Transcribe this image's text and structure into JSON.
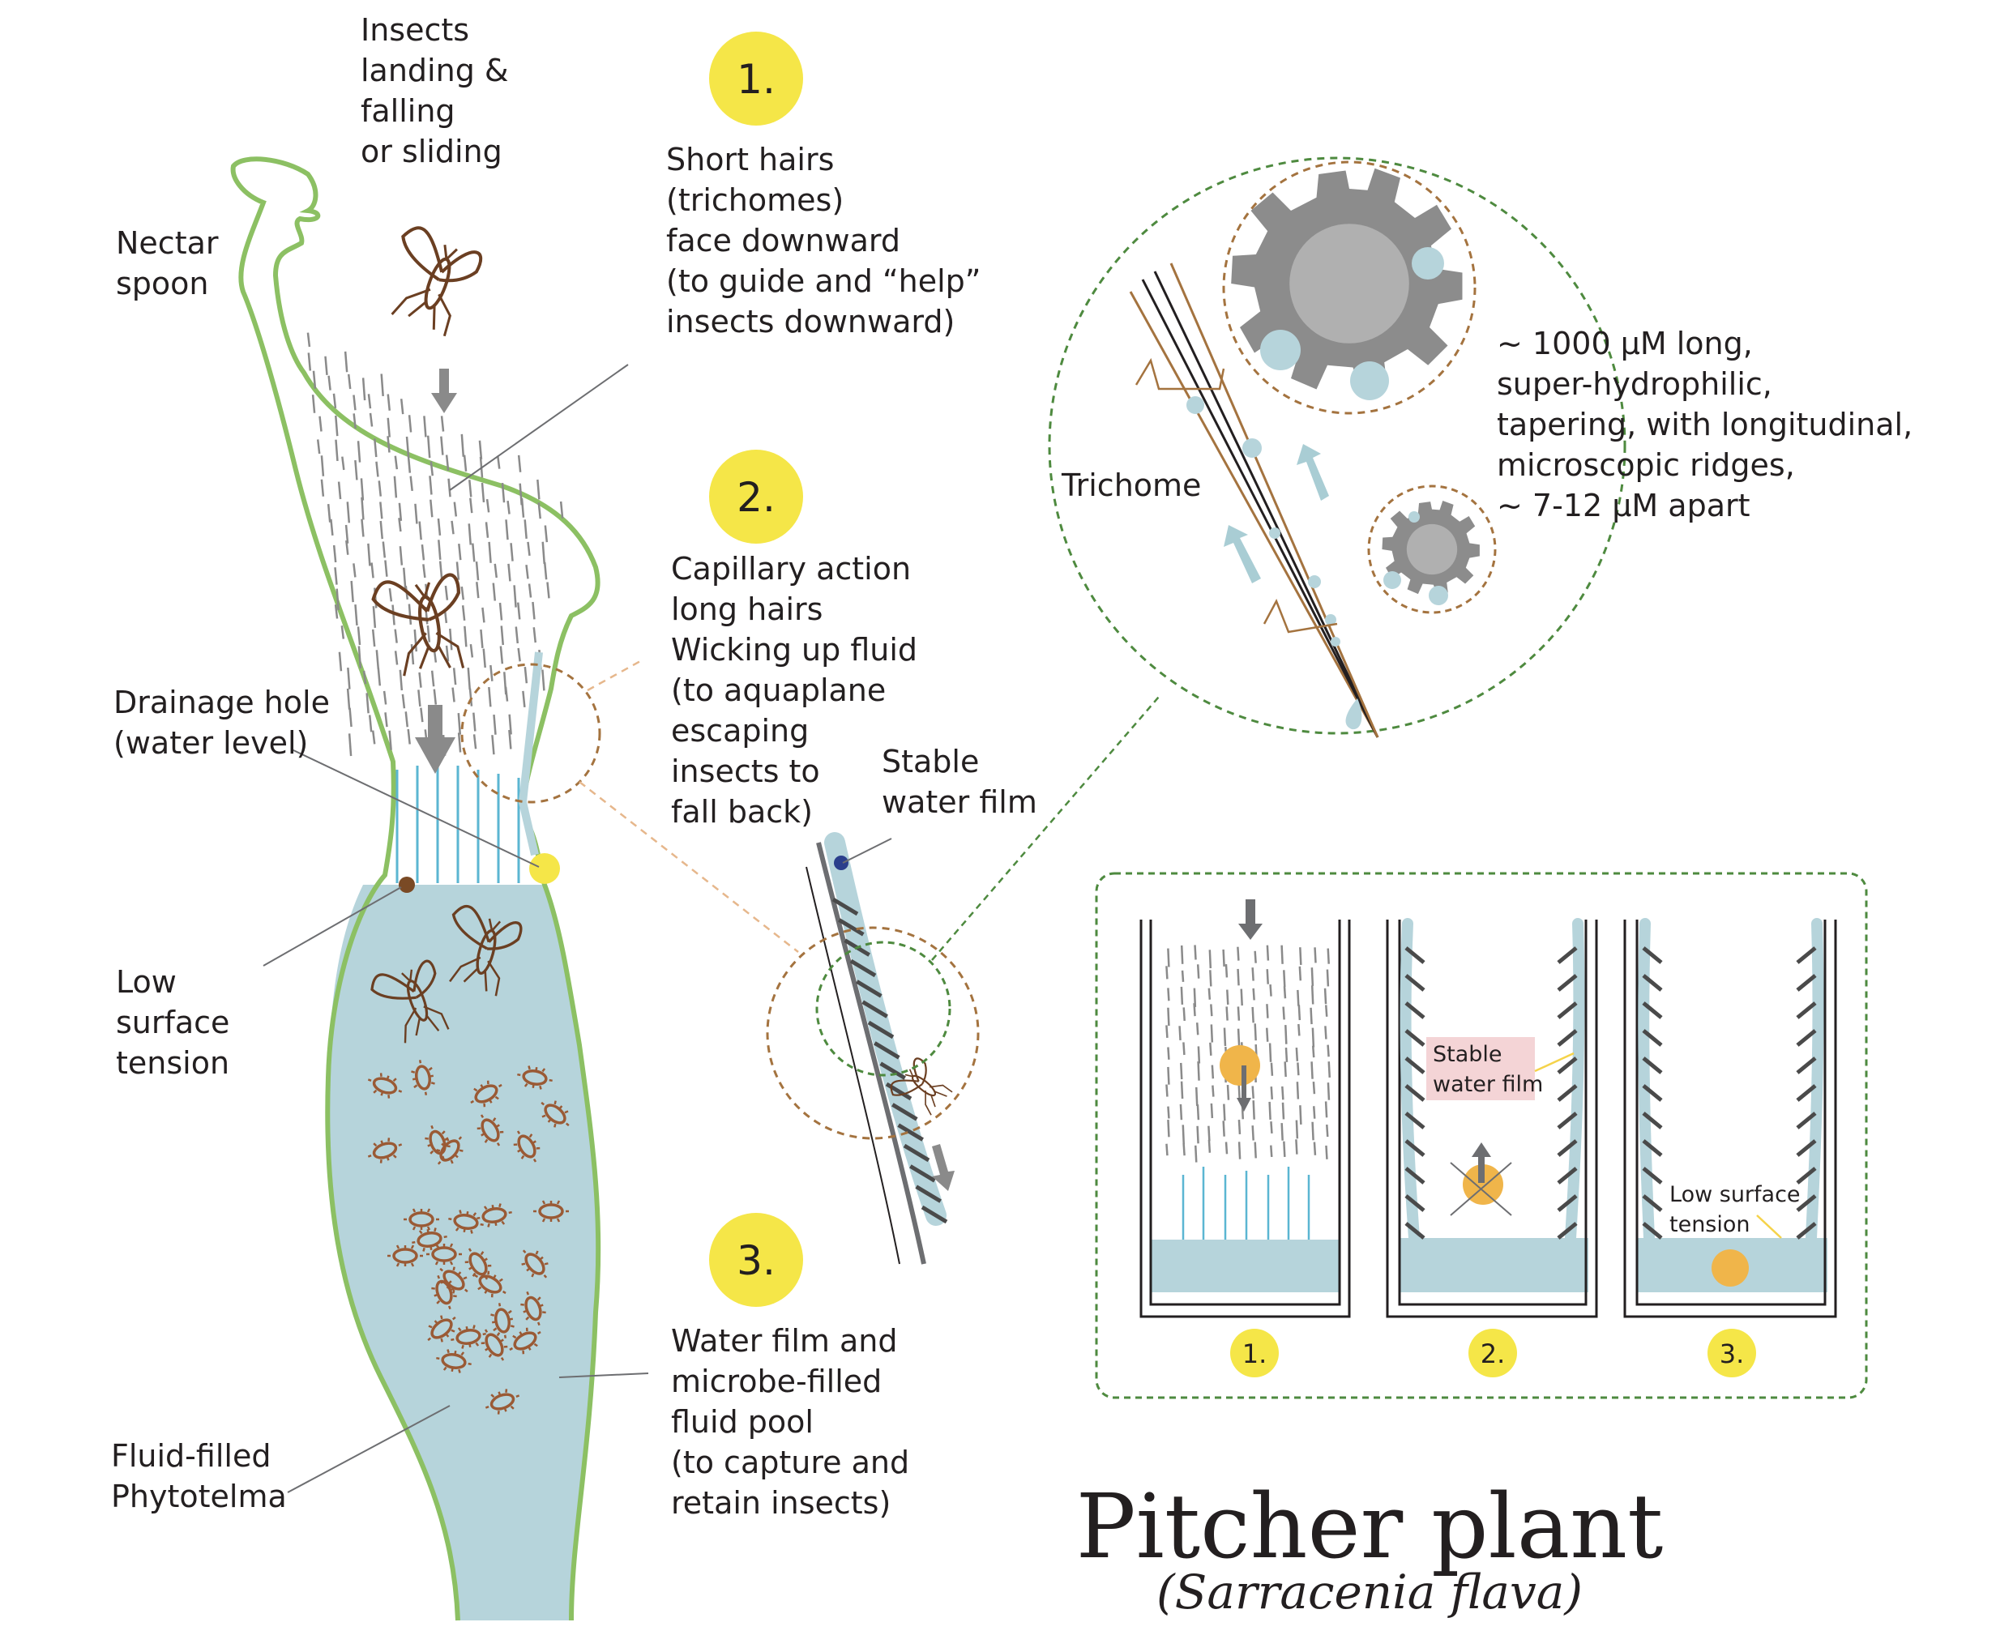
{
  "title": "Pitcher plant",
  "subtitle": "(Sarracenia flava)",
  "labels": {
    "insects_landing": [
      "Insects",
      "landing &",
      "falling",
      "or sliding"
    ],
    "nectar_spoon": [
      "Nectar",
      "spoon"
    ],
    "drainage_hole": [
      "Drainage hole",
      "(water level)"
    ],
    "low_surface_tension": [
      "Low",
      "surface",
      "tension"
    ],
    "fluid_filled": [
      "Fluid-filled",
      "Phytotelma"
    ],
    "stable_water_film": [
      "Stable",
      "water film"
    ],
    "trichome": "Trichome",
    "trichome_desc": [
      "~ 1000 µM long,",
      "super-hydrophilic,",
      "tapering, with longitudinal,",
      "microscopic ridges,",
      "~ 7-12 µM apart"
    ]
  },
  "steps": [
    {
      "number": "1.",
      "lines": [
        "Short hairs",
        "(trichomes)",
        "face downward",
        "(to guide and “help”",
        "insects downward)"
      ]
    },
    {
      "number": "2.",
      "lines": [
        "Capillary action",
        "long hairs",
        "Wicking up fluid",
        "(to aquaplane",
        "escaping",
        "insects to",
        "fall back)"
      ]
    },
    {
      "number": "3.",
      "lines": [
        "Water film and",
        "microbe-filled",
        "fluid pool",
        "(to capture and",
        "retain insects)"
      ]
    }
  ],
  "panel": {
    "numbers": [
      "1.",
      "2.",
      "3."
    ],
    "stable_water_film": [
      "Stable",
      "water film"
    ],
    "low_surface_tension": [
      "Low surface",
      "tension"
    ]
  },
  "colors": {
    "plant_outline": "#8cc063",
    "water": "#b6d4db",
    "water_hair": "#5bb6d2",
    "insect": "#6b3f22",
    "circle_yellow": "#f5e648",
    "hair_gray": "#8a8a8a",
    "orange_ball": "#f0b54a",
    "microbe": "#9a5a35",
    "dashed_brown": "#a4733f",
    "dashed_green": "#4e8a3f"
  }
}
